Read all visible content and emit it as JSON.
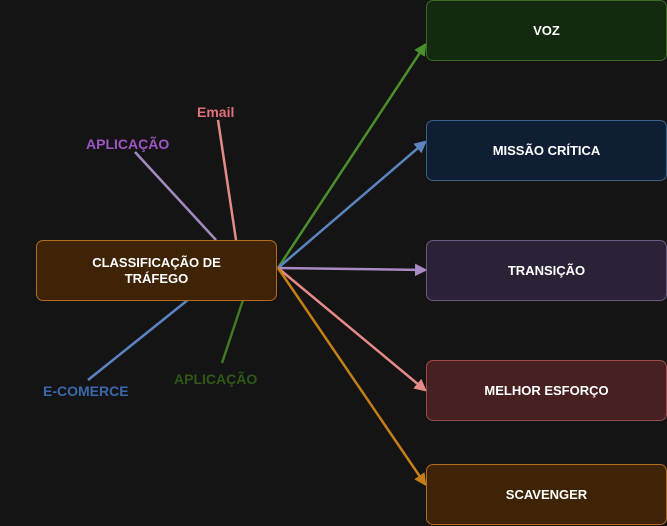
{
  "central": {
    "label": "CLASSIFICAÇÃO DE TRÁFEGO",
    "fill": "#3e2306",
    "stroke": "#b46a1f"
  },
  "inputs": [
    {
      "label": "Email",
      "color": "#e0707b",
      "line_color": "#e48a87"
    },
    {
      "label": "APLICAÇÃO",
      "color": "#9d55c2",
      "line_color": "#a58abf"
    },
    {
      "label": "E-COMERCE",
      "color": "#3b68ad",
      "line_color": "#5c84c4"
    },
    {
      "label": "APLICAÇÃO",
      "color": "#2e5a16",
      "line_color": "#3f7a20"
    }
  ],
  "outputs": [
    {
      "label": "VOZ",
      "fill": "#132910",
      "stroke": "#3b6a25",
      "arrow": "#4a8f2c"
    },
    {
      "label": "MISSÃO CRÍTICA",
      "fill": "#0f1e33",
      "stroke": "#3c5f8a",
      "arrow": "#5c84bd"
    },
    {
      "label": "TRANSIÇÃO",
      "fill": "#2c2238",
      "stroke": "#6a5a80",
      "arrow": "#a98ac4"
    },
    {
      "label": "MELHOR ESFORÇO",
      "fill": "#472021",
      "stroke": "#9a4b4c",
      "arrow": "#e88a8a"
    },
    {
      "label": "SCAVENGER",
      "fill": "#3e2306",
      "stroke": "#b46a1f",
      "arrow": "#c47f16"
    }
  ]
}
